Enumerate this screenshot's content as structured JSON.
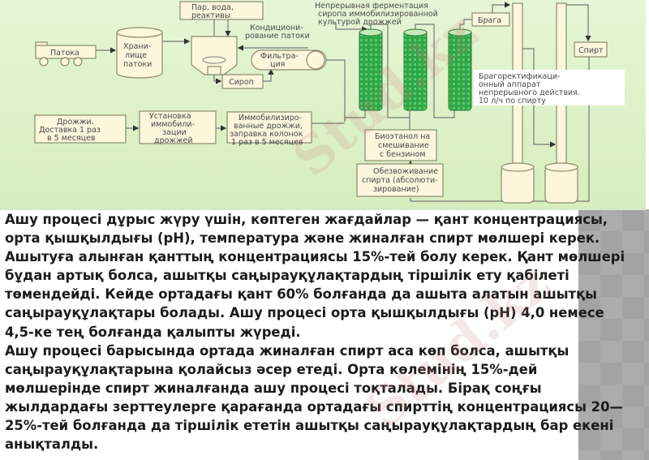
{
  "diagram": {
    "title_note": "Непрерывная ферментация сиропа иммобилизированной культурой дрожжей",
    "nodes": {
      "patoka": "Патока",
      "storage": [
        "Храни-",
        "лище",
        "патоки"
      ],
      "steam": [
        "Пар, вода,",
        "реактивы"
      ],
      "conditioning": [
        "Кондициони-",
        "рование патоки"
      ],
      "filtration": [
        "Фильтра-",
        "ция"
      ],
      "syrup": "Сироп",
      "yeast": [
        "Дрожжи.",
        "Доставка 1 раз",
        "в 5 месяцев"
      ],
      "immob_unit": [
        "Установка",
        "иммобили-",
        "зации",
        "дрожжей"
      ],
      "immob_yeast": [
        "Иммобилизиро-",
        "ванные дрожжи,",
        "заправка колонок",
        "1 раз в 5 месяцев"
      ],
      "braga": "Брага",
      "spirit": "Спирт",
      "rectifier": [
        "Брагоректификаци-",
        "онный аппарат",
        "непрерывного действия.",
        "10 л/ч по спирту"
      ],
      "bioethanol": [
        "Биоэтанол на",
        "смешивание",
        "с бензином"
      ],
      "dehydration": [
        "Обезвоживание",
        "спирта (абсолюти-",
        "зирование)"
      ]
    },
    "watermark": "Stud.kz"
  },
  "body_text": {
    "lines": [
      "Ашу процесі дұрыс жүру үшін, көптеген жағдайлар — қант концентрациясы,",
      "орта қышқылдығы (рН), температура және жиналған спирт мөлшері керек.",
      "Ашытуға алынған қанттың концентрациясы 15%-тей болу керек. Қант мөлшері",
      "бұдан артық болса, ашытқы саңырауқұлақтардың тіршілік ету қабілеті",
      "төмендейді. Кейде ортадағы қант 60% болғанда да ашыта алатын ашытқы",
      "саңырауқұлақтары болады. Ашу процесі орта қышқылдығы (рН) 4,0 немесе",
      "4,5-ке тең болғанда қалыпты жүреді.",
      "Ашу процесі барысында ортада жиналған спирт аса көп болса, ашытқы",
      "саңырауқұлақтарына қолайсыз әсер етеді. Орта көлемінің 15%-дей",
      "мөлшерінде спирт жиналғанда ашу процесі тоқталады. Бірақ соңғы",
      "жылдардағы зерттеулерге қарағанда ортадағы спирттің концентрациясы 20—",
      "25%-тей болғанда да тіршілік ететін ашытқы саңырауқұлақтардың бар екені",
      "анықталды."
    ]
  },
  "colors": {
    "diagram_bg": "#dcefc8",
    "column_green": "#2faa4a",
    "box_fill": "#fbf6dc",
    "text": "#1b1b1b",
    "side_panel": "#a3a3a3"
  }
}
